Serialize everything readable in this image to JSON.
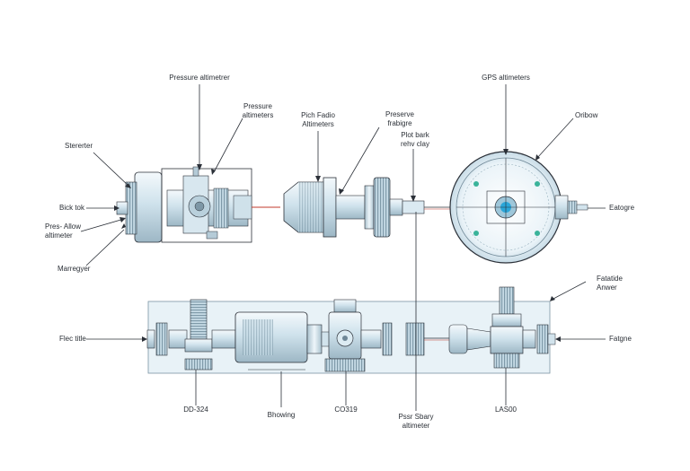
{
  "labels": {
    "pressure_altimeter_top": "Pressure altimetrer",
    "pressure_altimeters": "Pressure\naltimeters",
    "pitch_radio": "Pich Fadio\nAltimeters",
    "preserve_frabigre": "Preserve\nfrabigre",
    "pitot_back": "Plot bark\nrehv clay",
    "gps_altimeters": "GPS altimeters",
    "orbow": "Oribow",
    "stereter": "Stererter",
    "bick_tok": "Bick tok",
    "press_allow": "Pres- Allow\naltimeter",
    "maregyer": "Marregyer",
    "eatogre": "Eatogre",
    "fatatide_anwer": "Fatatide\nAnwer",
    "flec_title": "Flec title",
    "fatgne": "Fatgne",
    "dd_324": "DD-324",
    "bhowing": "Bhowing",
    "co319": "CO319",
    "pssr_sbary": "Pssr Sbary\naltimeter",
    "las00": "LAS00"
  },
  "colors": {
    "line": "#2b3038",
    "part_fill": "#d6e6ef",
    "part_dark": "#8fa9b8",
    "panel_fill": "#e6f1f7",
    "accent": "#2aa6d9"
  }
}
